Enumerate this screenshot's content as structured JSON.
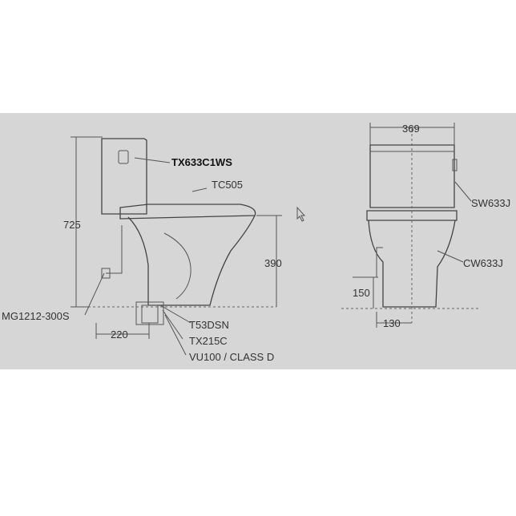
{
  "labels": {
    "height_total": "725",
    "part_tank": "TX633C1WS",
    "part_seat": "TC505",
    "height_outlet": "390",
    "part_valve": "MG1212-300S",
    "offset_rear": "220",
    "part_flange": "T53DSN",
    "part_connector": "TX215C",
    "part_class": "VU100 / CLASS D",
    "width_total": "369",
    "part_tank_side": "SW633J",
    "part_bowl": "CW633J",
    "height_inlet": "150",
    "offset_side": "130"
  },
  "colors": {
    "background": "#d6d6d6",
    "line": "#555555"
  },
  "icons": [
    "cursor-arrow-icon"
  ]
}
